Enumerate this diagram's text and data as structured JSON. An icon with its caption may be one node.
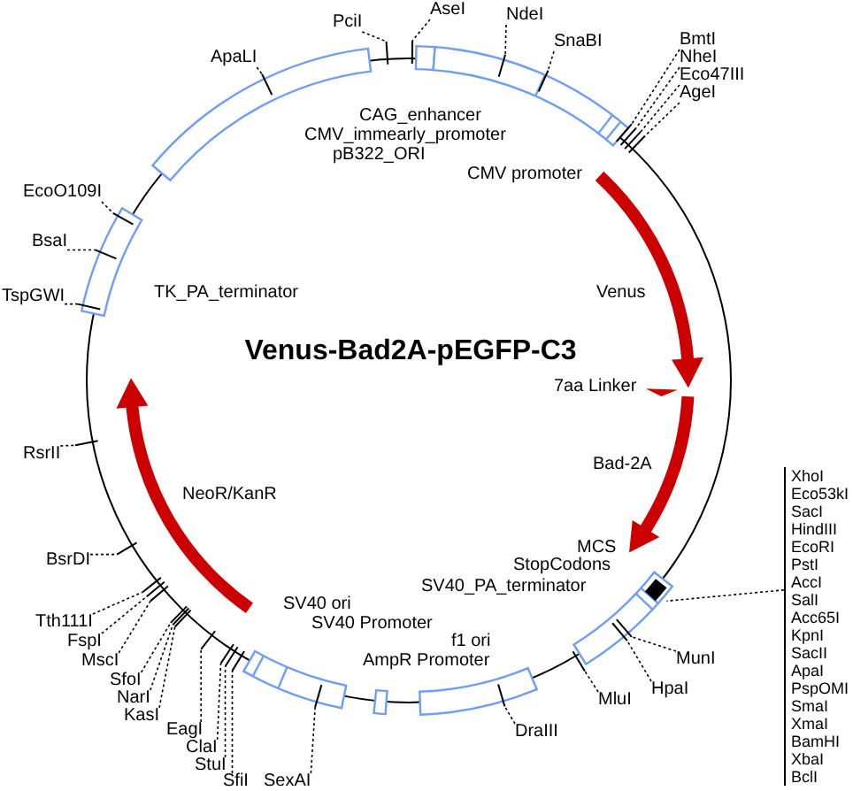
{
  "diagram": {
    "title": "Venus-Bad2A-pEGFP-C3",
    "nodes": [
      {
        "text": [
          "ApaLI"
        ]
      },
      {
        "text": [
          "PciI"
        ]
      },
      {
        "text": [
          "AseI"
        ]
      },
      {
        "text": [
          "NdeI"
        ]
      },
      {
        "text": [
          "SnaBI"
        ]
      },
      {
        "text": [
          "BmtI"
        ]
      },
      {
        "text": [
          "NheI"
        ]
      },
      {
        "text": [
          "Eco47III"
        ]
      },
      {
        "text": [
          "AgeI"
        ]
      },
      {
        "text": [
          "EcoO109I"
        ]
      },
      {
        "text": [
          "BsaI"
        ]
      },
      {
        "text": [
          "TspGWI"
        ]
      },
      {
        "text": [
          "RsrII"
        ]
      },
      {
        "text": [
          "XhoI",
          "Eco53kI",
          "SacI",
          "HindIII",
          "EcoRI",
          "PstI",
          "AccI",
          "SalI",
          "Acc65I",
          "KpnI",
          "SacII",
          "ApaI",
          "PspOMI",
          "SmaI",
          "XmaI",
          "BamHI",
          "XbaI",
          "BclI"
        ]
      },
      {
        "text": [
          "BsrDI"
        ]
      },
      {
        "text": [
          "Tth111I"
        ]
      },
      {
        "text": [
          "FspI"
        ]
      },
      {
        "text": [
          "MscI"
        ]
      },
      {
        "text": [
          "SfoI"
        ]
      },
      {
        "text": [
          "NarI"
        ]
      },
      {
        "text": [
          "KasI"
        ]
      },
      {
        "text": [
          "MunI"
        ]
      },
      {
        "text": [
          "HpaI"
        ]
      },
      {
        "text": [
          "MluI"
        ]
      },
      {
        "text": [
          "EagI"
        ]
      },
      {
        "text": [
          "ClaI"
        ]
      },
      {
        "text": [
          "StuI"
        ]
      },
      {
        "text": [
          "SfiI"
        ]
      },
      {
        "text": [
          "DraIII"
        ]
      },
      {
        "text": [
          "SexAI"
        ]
      },
      {
        "text": [],
        "shape": "box"
      }
    ],
    "edges": [
      {
        "from": 0,
        "to": null,
        "arrow": "none",
        "style": "dashed"
      },
      {
        "from": 1,
        "to": null,
        "arrow": "none",
        "style": "dashed"
      },
      {
        "from": 2,
        "to": null,
        "arrow": "none",
        "style": "dashed"
      },
      {
        "from": 3,
        "to": null,
        "arrow": "none",
        "style": "dashed"
      },
      {
        "from": 4,
        "to": null,
        "arrow": "none",
        "style": "dashed"
      },
      {
        "from": 5,
        "to": null,
        "arrow": "none",
        "style": "dashed"
      },
      {
        "from": 6,
        "to": null,
        "arrow": "none",
        "style": "dashed"
      },
      {
        "from": 7,
        "to": null,
        "arrow": "none",
        "style": "dashed"
      },
      {
        "from": 8,
        "to": null,
        "arrow": "none",
        "style": "dashed"
      },
      {
        "from": 9,
        "to": null,
        "arrow": "none",
        "style": "dashed"
      },
      {
        "from": 10,
        "to": null,
        "arrow": "none",
        "style": "dashed"
      },
      {
        "from": 11,
        "to": null,
        "arrow": "none",
        "style": "dashed"
      },
      {
        "from": 12,
        "to": null,
        "arrow": "none",
        "style": "dashed"
      },
      {
        "from": 13,
        "to": 30,
        "arrow": "none",
        "style": "dashed"
      },
      {
        "from": 14,
        "to": null,
        "arrow": "none",
        "style": "dashed"
      },
      {
        "from": 15,
        "to": null,
        "arrow": "none",
        "style": "dashed"
      },
      {
        "from": 16,
        "to": null,
        "arrow": "none",
        "style": "dashed"
      },
      {
        "from": 17,
        "to": null,
        "arrow": "none",
        "style": "dashed"
      },
      {
        "from": 18,
        "to": null,
        "arrow": "none",
        "style": "dashed"
      },
      {
        "from": 19,
        "to": null,
        "arrow": "none",
        "style": "dashed"
      },
      {
        "from": 20,
        "to": null,
        "arrow": "none",
        "style": "dashed"
      },
      {
        "from": 21,
        "to": null,
        "arrow": "none",
        "style": "dashed"
      },
      {
        "from": 22,
        "to": null,
        "arrow": "none",
        "style": "dashed"
      },
      {
        "from": 23,
        "to": null,
        "arrow": "none",
        "style": "dashed"
      },
      {
        "from": 24,
        "to": null,
        "arrow": "none",
        "style": "dashed"
      },
      {
        "from": 25,
        "to": null,
        "arrow": "none",
        "style": "dashed"
      },
      {
        "from": 26,
        "to": null,
        "arrow": "none",
        "style": "dashed"
      },
      {
        "from": 27,
        "to": null,
        "arrow": "none",
        "style": "dashed"
      },
      {
        "from": 28,
        "to": null,
        "arrow": "none",
        "style": "dashed"
      },
      {
        "from": 29,
        "to": null,
        "arrow": "none",
        "style": "dashed"
      }
    ],
    "labels": [
      "CAG_enhancer",
      "CMV_immearly_promoter",
      "pB322_ORI",
      "CMV promoter",
      "TK_PA_terminator",
      "Venus",
      "7aa Linker",
      "Bad-2A",
      "NeoR/KanR",
      "MCS",
      "StopCodons",
      "SV40_PA_terminator",
      "SV40 ori",
      "SV40 Promoter",
      "f1 ori",
      "AmpR Promoter"
    ]
  }
}
